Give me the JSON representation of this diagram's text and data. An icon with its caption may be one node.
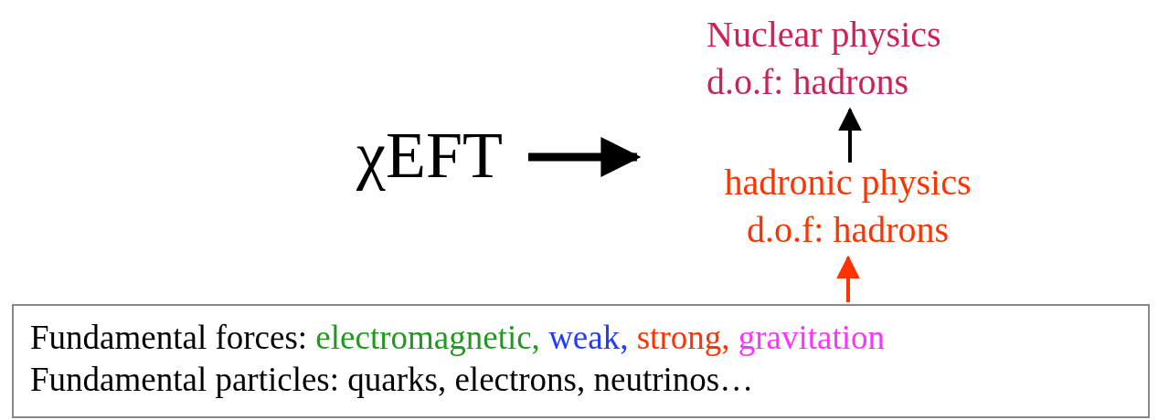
{
  "diagram": {
    "nodes": [
      {
        "text": [
          "Nuclear physics",
          "d.o.f: hadrons"
        ]
      },
      {
        "text": [
          "χEFT"
        ]
      },
      {
        "text": [
          "hadronic physics",
          "d.o.f: hadrons"
        ]
      },
      {
        "text": [
          "Fundamental forces:",
          "electromagnetic,",
          "weak,",
          "strong,",
          "gravitation",
          "Fundamental particles: quarks, electrons, neutrinos…"
        ]
      }
    ],
    "edges": [
      {
        "from": 1,
        "to": null,
        "arrow": "to",
        "style": "thick"
      },
      {
        "from": 2,
        "to": 0,
        "arrow": "to"
      },
      {
        "from": 3,
        "to": 2,
        "arrow": "to",
        "color": "#ff3300"
      }
    ]
  }
}
